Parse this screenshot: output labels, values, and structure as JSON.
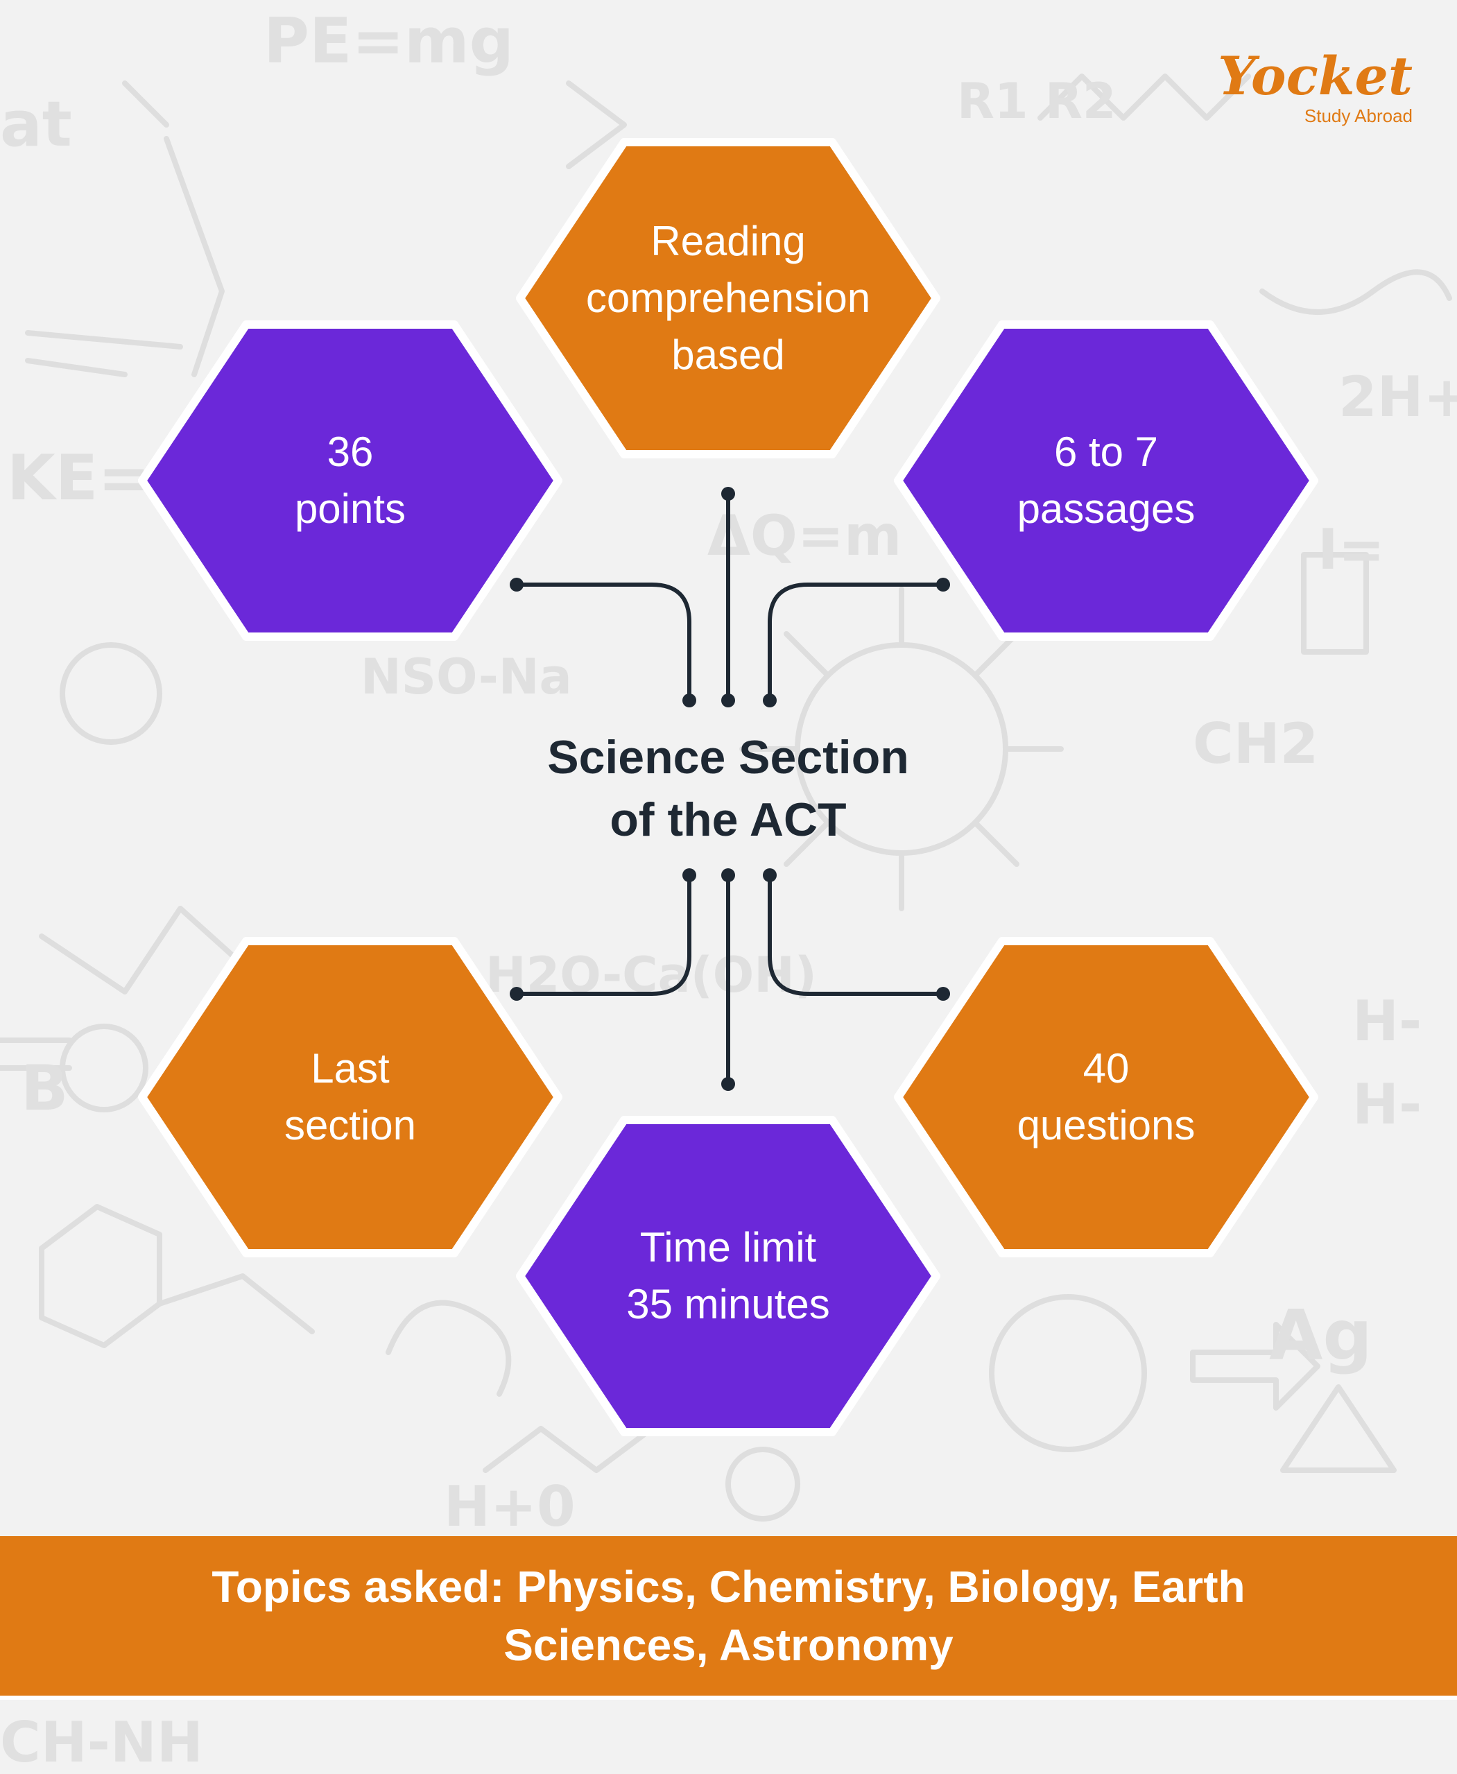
{
  "brand": {
    "name": "Yocket",
    "tagline": "Study Abroad",
    "color": "#e07a14"
  },
  "title": {
    "line1": "Science Section",
    "line2": "of the ACT"
  },
  "colors": {
    "orange": "#e07a14",
    "purple": "#6b28d9",
    "text_dark": "#1e2833",
    "background": "#f2f2f2"
  },
  "hexagons": [
    {
      "id": "top",
      "color": "orange",
      "lines": [
        "Reading",
        "comprehension",
        "based"
      ]
    },
    {
      "id": "upper-left",
      "color": "purple",
      "lines": [
        "36",
        "points"
      ]
    },
    {
      "id": "upper-right",
      "color": "purple",
      "lines": [
        "6 to 7",
        "passages"
      ]
    },
    {
      "id": "lower-left",
      "color": "orange",
      "lines": [
        "Last",
        "section"
      ]
    },
    {
      "id": "bottom",
      "color": "purple",
      "lines": [
        "Time limit",
        "35 minutes"
      ]
    },
    {
      "id": "lower-right",
      "color": "orange",
      "lines": [
        "40",
        "questions"
      ]
    }
  ],
  "footer": {
    "text": "Topics asked: Physics, Chemistry, Biology, Earth Sciences, Astronomy"
  }
}
